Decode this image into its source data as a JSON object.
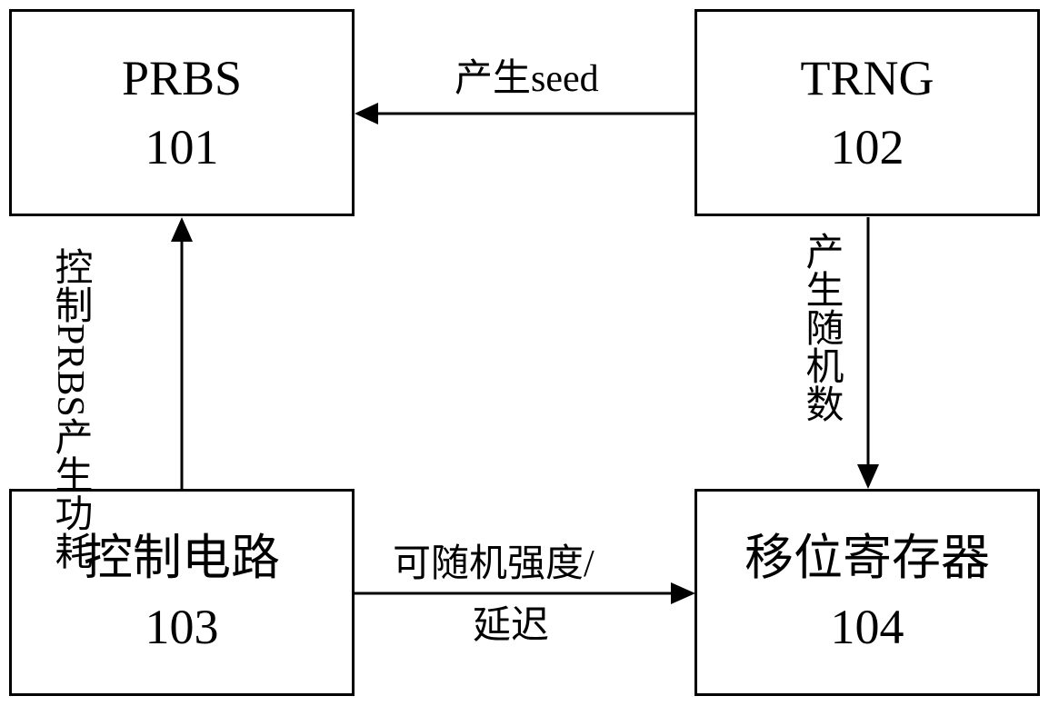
{
  "blocks": {
    "prbs": {
      "name": "PRBS",
      "ref": "101"
    },
    "trng": {
      "name": "TRNG",
      "ref": "102"
    },
    "control": {
      "name": "控制电路",
      "ref": "103"
    },
    "shift_register": {
      "name": "移位寄存器",
      "ref": "104"
    }
  },
  "edges": {
    "trng_to_prbs": "产生seed",
    "trng_to_shift": "产生随机数",
    "control_to_prbs": {
      "line1": "控制PRBS",
      "line2": "产生功耗"
    },
    "control_to_shift": {
      "line1": "可随机强度/",
      "line2": "延迟"
    }
  }
}
